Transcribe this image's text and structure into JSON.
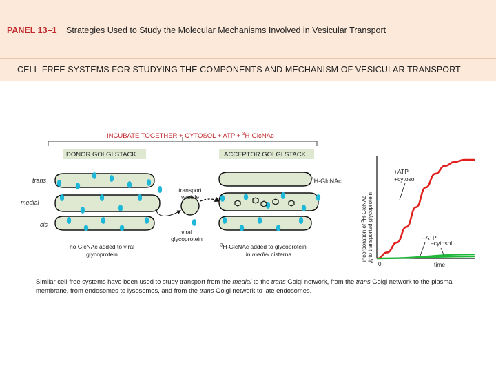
{
  "header": {
    "panel_label": "PANEL 13–1",
    "panel_title": "Strategies Used to Study the Molecular Mechanisms Involved in Vesicular Transport",
    "section_title": "CELL-FREE SYSTEMS FOR STUDYING THE COMPONENTS AND MECHANISM OF VESICULAR TRANSPORT"
  },
  "diagram": {
    "incubate_prefix": "INCUBATE TOGETHER + CYTOSOL + ATP + ",
    "incubate_sup": "3",
    "incubate_suffix": "H-GlcNAc",
    "donor_label": "DONOR GOLGI STACK",
    "acceptor_label": "ACCEPTOR GOLGI STACK",
    "trans_label": "trans",
    "medial_label": "medial",
    "cis_label": "cis",
    "transport_vesicle_line1": "transport",
    "transport_vesicle_line2": "vesicle",
    "viral_line1": "viral",
    "viral_line2": "glycoprotein",
    "no_glcnac_line1": "no GlcNAc added to viral",
    "no_glcnac_line2": "glycoprotein",
    "h3_sup": "3",
    "h3_text": "H-GlcNAc",
    "added_sup": "3",
    "added_line1": "H-GlcNAc added to glycoprotein",
    "added_line2_prefix": "in ",
    "added_line2_italic": "medial",
    "added_line2_suffix": " cisterna",
    "colors": {
      "cisterna_fill": "#dfe9d2",
      "glycoprotein": "#20b8d8",
      "brace": "#666666",
      "accent_red": "#c0282c"
    }
  },
  "chart_data": {
    "type": "line",
    "ylabel_line1_prefix": "incorporation of ",
    "ylabel_sup": "3",
    "ylabel_line1_suffix": "H-GlcNAc",
    "ylabel_line2": "into transported glycoprotein",
    "xlabel": "time",
    "x_origin_label": "0",
    "y_origin_label": "0",
    "series": [
      {
        "name": "+ATP +cytosol",
        "label_line1": "+ATP",
        "label_line2": "+cytosol",
        "color": "#e0201c",
        "x": [
          0,
          0.1,
          0.2,
          0.3,
          0.4,
          0.5,
          0.6,
          0.7,
          0.8,
          0.9,
          1.0
        ],
        "y": [
          0,
          0.06,
          0.16,
          0.32,
          0.52,
          0.72,
          0.86,
          0.94,
          0.98,
          1.0,
          1.0
        ]
      },
      {
        "name": "–ATP",
        "label_line1": "–ATP",
        "color": "#1fb83a",
        "x": [
          0,
          1.0
        ],
        "y": [
          0,
          0.04
        ]
      },
      {
        "name": "–cytosol",
        "label_line1": "–cytosol",
        "color": "#1fb83a",
        "x": [
          0,
          1.0
        ],
        "y": [
          0,
          0.02
        ]
      }
    ],
    "xlim": [
      0,
      1.0
    ],
    "ylim": [
      0,
      1.05
    ],
    "grid": false
  },
  "caption": {
    "parts": [
      {
        "t": "Similar cell-free systems have been used to study transport from the "
      },
      {
        "t": "medial",
        "i": true
      },
      {
        "t": " to the "
      },
      {
        "t": "trans",
        "i": true
      },
      {
        "t": " Golgi network, from the "
      },
      {
        "t": "trans",
        "i": true
      },
      {
        "t": " Golgi network to the plasma membrane, from endosomes to lysosomes, and from the "
      },
      {
        "t": "trans",
        "i": true
      },
      {
        "t": " Golgi network to late endosomes."
      }
    ]
  }
}
